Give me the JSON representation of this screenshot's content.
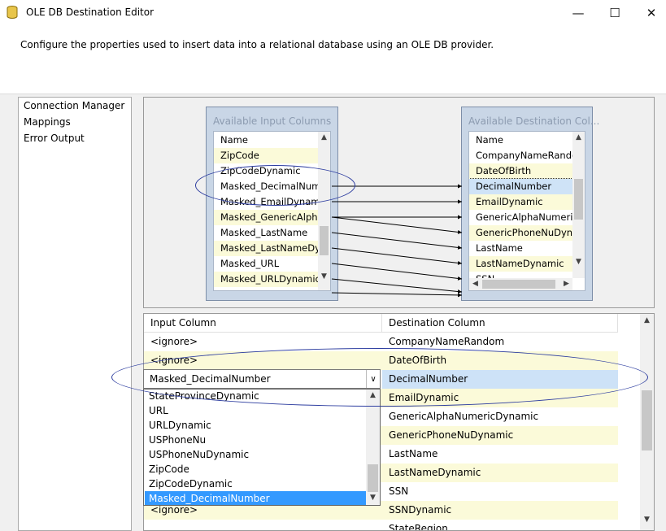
{
  "window": {
    "title": "OLE DB Destination Editor",
    "minimize": "—",
    "maximize": "☐",
    "close": "✕"
  },
  "header": {
    "description": "Configure the properties used to insert data into a relational database using an OLE DB provider."
  },
  "nav": {
    "items": [
      "Connection Manager",
      "Mappings",
      "Error Output"
    ]
  },
  "input_table": {
    "title": "Available Input Columns",
    "header": "Name",
    "rows": [
      "ZipCode",
      "ZipCodeDynamic",
      "Masked_DecimalNum...",
      "Masked_EmailDynamic",
      "Masked_GenericAlph...",
      "Masked_LastName",
      "Masked_LastNameDy...",
      "Masked_URL",
      "Masked_URLDynamic"
    ]
  },
  "dest_table": {
    "title": "Available Destination Col...",
    "header": "Name",
    "rows": [
      "CompanyNameRandom",
      "DateOfBirth",
      "DecimalNumber",
      "EmailDynamic",
      "GenericAlphaNumeric...",
      "GenericPhoneNuDyn...",
      "LastName",
      "LastNameDynamic",
      "SSN"
    ]
  },
  "grid": {
    "col_input": "Input Column",
    "col_dest": "Destination Column",
    "input_values": [
      "<ignore>",
      "<ignore>",
      "",
      "",
      "",
      "",
      "",
      "",
      "",
      "<ignore>"
    ],
    "dest_values": [
      "CompanyNameRandom",
      "DateOfBirth",
      "DecimalNumber",
      "EmailDynamic",
      "GenericAlphaNumericDynamic",
      "GenericPhoneNuDynamic",
      "LastName",
      "LastNameDynamic",
      "SSN",
      "SSNDynamic",
      "StateRegion"
    ]
  },
  "combo": {
    "value": "Masked_DecimalNumber",
    "options": [
      "StateProvinceDynamic",
      "URL",
      "URLDynamic",
      "USPhoneNu",
      "USPhoneNuDynamic",
      "ZipCode",
      "ZipCodeDynamic",
      "Masked_DecimalNumber"
    ],
    "selected_index": 7
  },
  "colors": {
    "row_yellow": "#fbfad9",
    "selected_blue": "#3399ff",
    "grid_selected": "#cde2f7",
    "annotation": "#2e3ea0"
  }
}
